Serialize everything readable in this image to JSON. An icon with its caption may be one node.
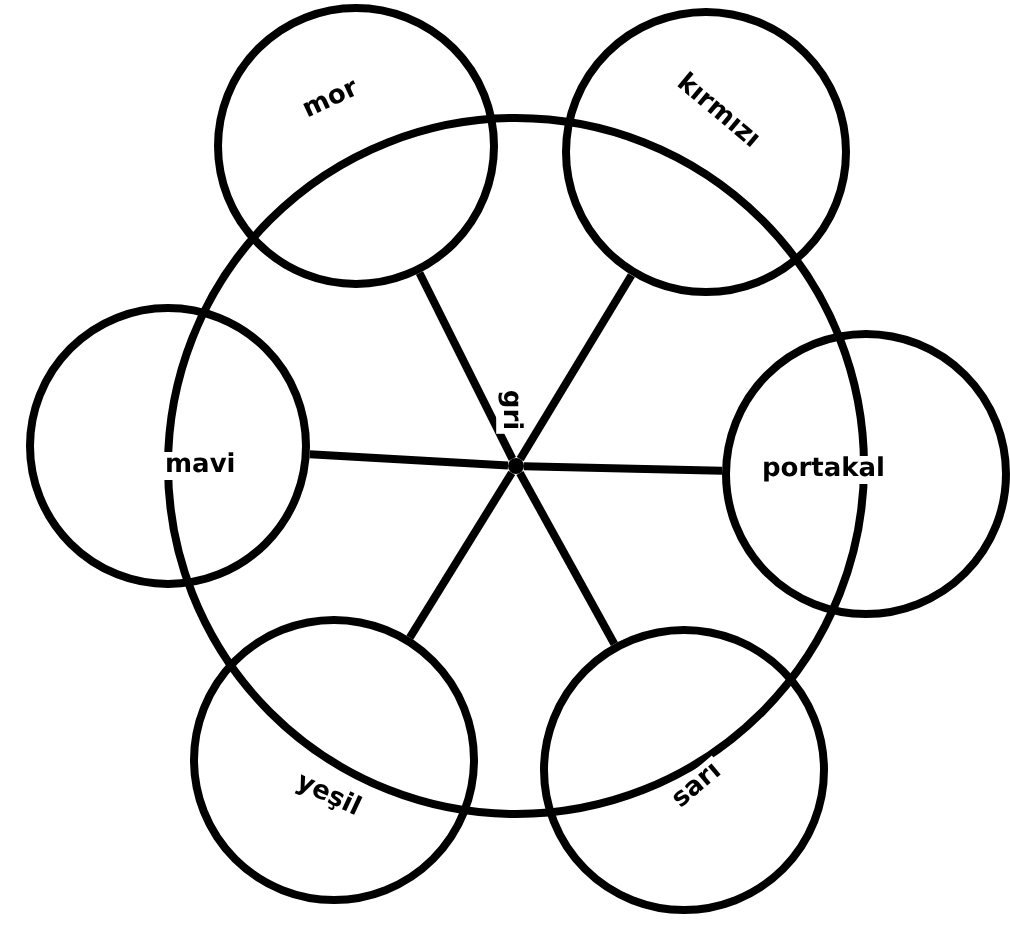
{
  "diagram": {
    "nodes": [
      {
        "text": [],
        "shape": "circle"
      },
      {
        "text": [
          "mor"
        ]
      },
      {
        "text": [
          "kırmızı"
        ]
      },
      {
        "text": [
          "mavi"
        ]
      },
      {
        "text": [],
        "shape": "circle",
        "in": 0
      },
      {
        "text": [
          "portakal"
        ]
      },
      {
        "text": [
          "yeşil"
        ]
      },
      {
        "text": [
          "sarı"
        ]
      }
    ],
    "edges": [
      {
        "from": 4,
        "to": 1,
        "arrow": "none"
      },
      {
        "from": 4,
        "to": 2,
        "arrow": "none"
      },
      {
        "from": 4,
        "to": 3,
        "arrow": "none"
      },
      {
        "from": 4,
        "to": 5,
        "arrow": "none"
      },
      {
        "from": 4,
        "to": 6,
        "arrow": "none"
      },
      {
        "from": 4,
        "to": 7,
        "arrow": "none"
      }
    ],
    "labels": [
      "gri"
    ]
  }
}
